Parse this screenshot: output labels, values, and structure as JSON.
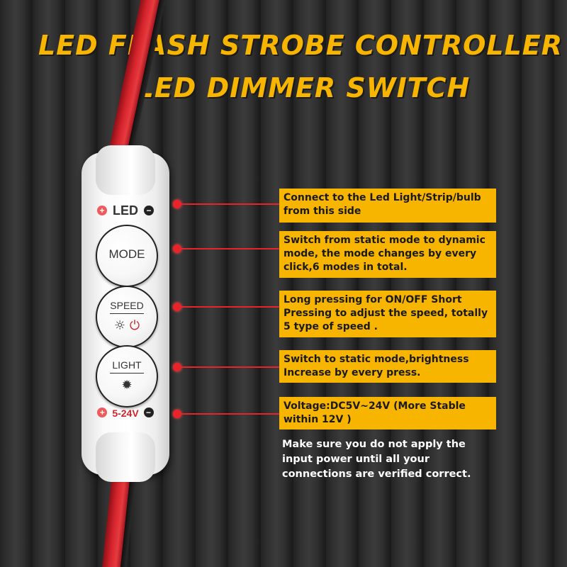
{
  "title": {
    "line1": "LED FLASH STROBE CONTROLLER",
    "line2": "LED DIMMER SWITCH"
  },
  "controller": {
    "led_label": "LED",
    "voltage_label": "5-24V",
    "plus_symbol": "+",
    "minus_symbol": "−",
    "buttons": {
      "mode": "MODE",
      "speed": "SPEED",
      "light": "LIGHT"
    },
    "icons": {
      "speed": [
        "sun-icon",
        "power-icon"
      ],
      "light": [
        "sun-icon"
      ]
    }
  },
  "callouts": [
    {
      "id": "led",
      "text": "Connect to the Led Light/Strip/bulb from this side"
    },
    {
      "id": "mode",
      "text": "Switch from static mode to dynamic mode, the mode changes by every click,6 modes in total."
    },
    {
      "id": "speed",
      "text": "Long pressing for ON/OFF Short Pressing to adjust the speed, totally 5 type of speed ."
    },
    {
      "id": "light",
      "text": "Switch to static mode,brightness Increase by every press."
    },
    {
      "id": "voltage",
      "text": "Voltage:DC5V~24V (More Stable within 12V )"
    }
  ],
  "note": "Make sure you do not apply the input power until all your connections are verified correct.",
  "colors": {
    "accent": "#f7b500",
    "pointer": "#e8232a"
  }
}
